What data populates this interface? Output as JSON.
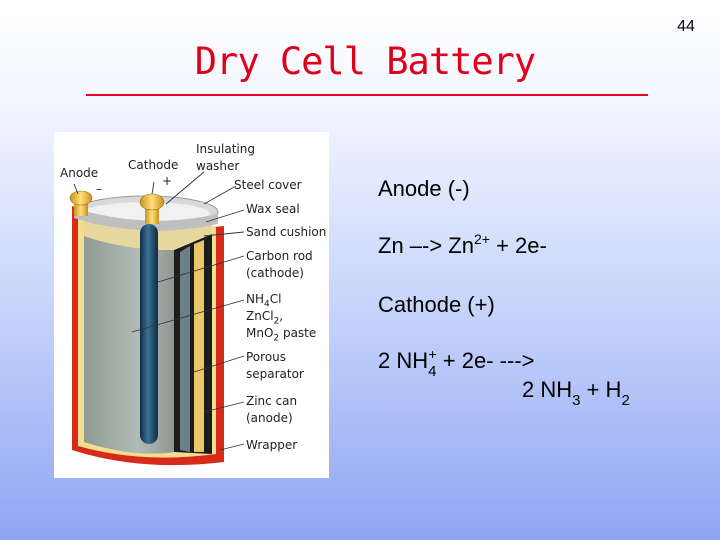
{
  "slide": {
    "number": "44",
    "title": "Dry Cell Battery"
  },
  "figure": {
    "labels": {
      "anode": "Anode",
      "anode_sign": "–",
      "cathode": "Cathode",
      "cathode_sign": "+",
      "insulating_1": "Insulating",
      "insulating_2": "washer",
      "steel_cover": "Steel cover",
      "wax_seal": "Wax seal",
      "sand_cushion": "Sand cushion",
      "carbon_rod_1": "Carbon rod",
      "carbon_rod_2": "(cathode)",
      "paste_nh": "NH",
      "paste_nh_sub": "4",
      "paste_nh_end": "Cl",
      "paste_zn": "ZnCl",
      "paste_zn_sub": "2",
      "paste_zn_end": ",",
      "paste_mn": "MnO",
      "paste_mn_sub": "2",
      "paste_mn_end": " paste",
      "porous_1": "Porous",
      "porous_2": "separator",
      "zinc_1": "Zinc can",
      "zinc_2": "(anode)",
      "wrapper": "Wrapper"
    }
  },
  "text": {
    "anode_heading": "Anode (-)",
    "anode_eq_a": "Zn –-> Zn",
    "anode_eq_sup": "2+",
    "anode_eq_b": "  +  2e-",
    "cathode_heading": "Cathode (+)",
    "cathode_eq_a": "2 NH",
    "cathode_eq_sub": "4",
    "cathode_eq_sup": "+",
    "cathode_eq_b": "  +  2e-  ---> ",
    "cathode_eq2_a": "2 NH",
    "cathode_eq2_sub": "3",
    "cathode_eq2_b": "  +  H",
    "cathode_eq2_sub2": "2"
  },
  "colors": {
    "title": "#e0001b",
    "rule": "#e60025",
    "wrapper": "#d62b1a",
    "paste": "#a9b2ad",
    "carbon_rod": "#23506f",
    "terminal": "#f2c640"
  }
}
